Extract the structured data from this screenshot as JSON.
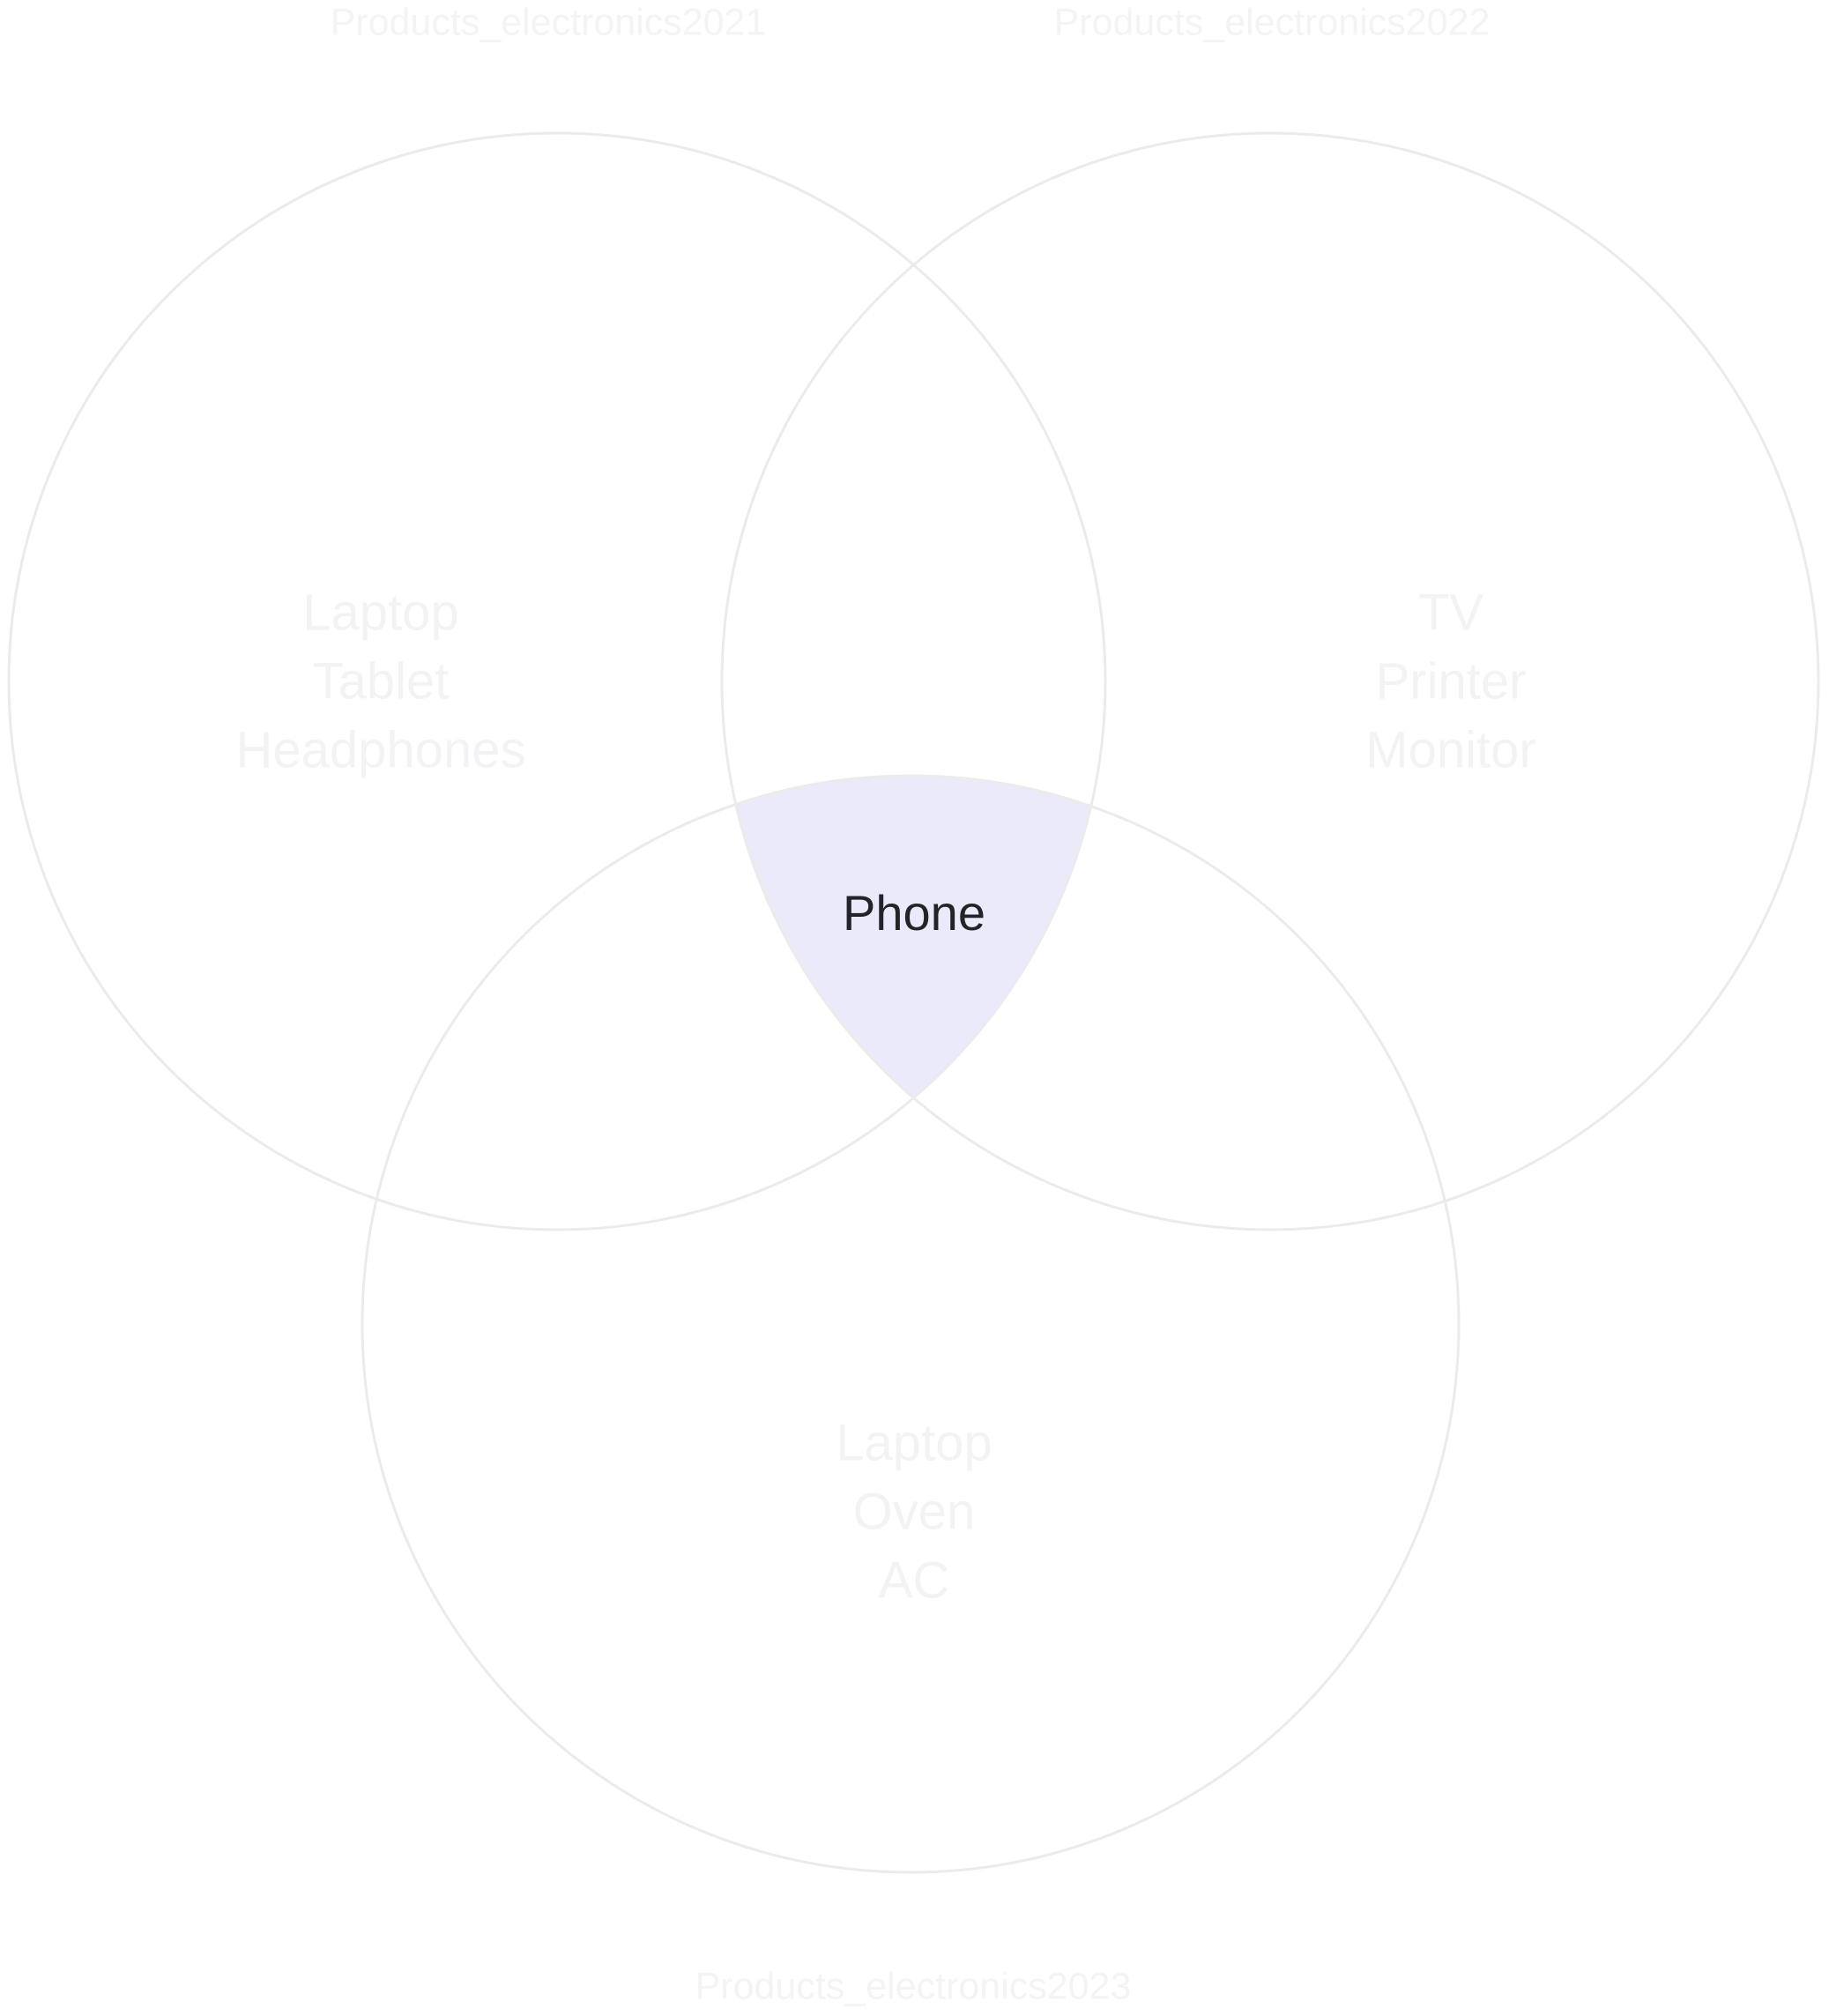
{
  "chart_data": {
    "type": "venn",
    "sets": [
      {
        "name": "Products_electronics2021",
        "items": [
          "Laptop",
          "Tablet",
          "Headphones"
        ]
      },
      {
        "name": "Products_electronics2022",
        "items": [
          "TV",
          "Printer",
          "Monitor"
        ]
      },
      {
        "name": "Products_electronics2023",
        "items": [
          "Laptop",
          "Oven",
          "AC"
        ]
      }
    ],
    "intersections": [
      {
        "sets": [
          "Products_electronics2021",
          "Products_electronics2022",
          "Products_electronics2023"
        ],
        "items": [
          "Phone"
        ],
        "highlighted": true
      }
    ]
  },
  "colors": {
    "highlight_fill": "#eaeafa",
    "circle_stroke": "#ebebeb",
    "highlight_text": "#222428",
    "muted_text": "#f3f3f5"
  }
}
